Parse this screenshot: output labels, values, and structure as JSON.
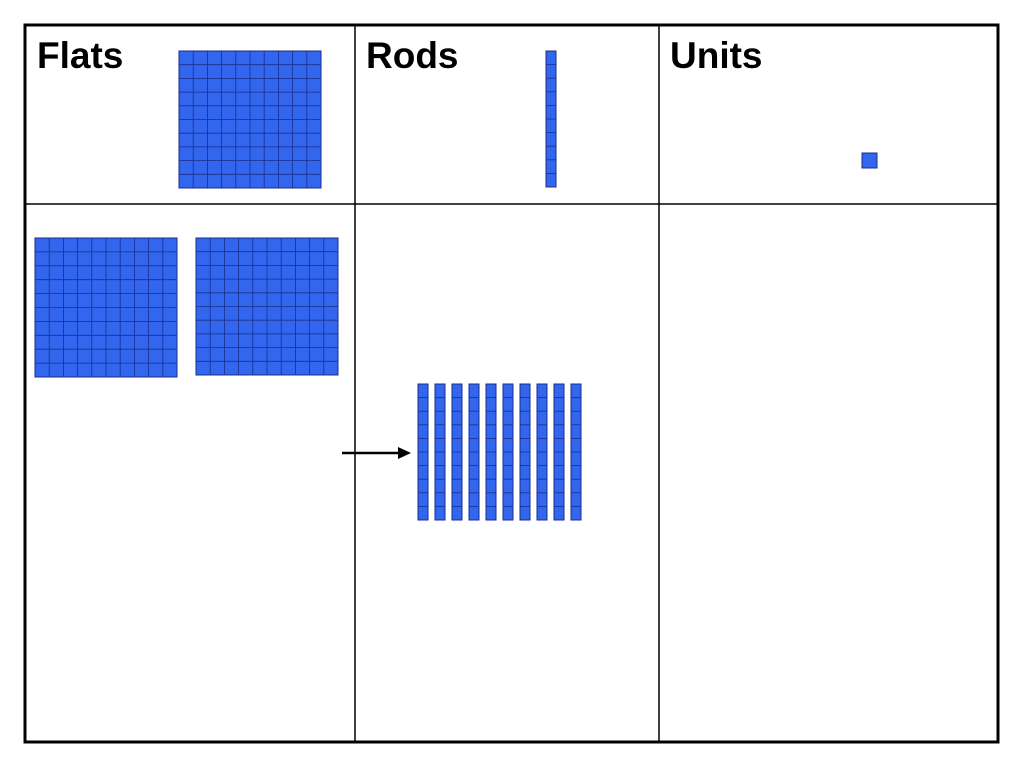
{
  "headers": {
    "flats": "Flats",
    "rods": "Rods",
    "units": "Units"
  },
  "colors": {
    "block_fill": "#3366ee",
    "grid_line": "#1a2f8c",
    "border": "#000000",
    "arrow": "#000000"
  },
  "counts": {
    "flats_in_first_row": 1,
    "rods_in_first_row": 1,
    "units_in_first_row": 1,
    "flats_in_second_row": 2,
    "rods_in_second_row": 10,
    "units_in_second_row": 0
  },
  "flat_grid_cells": 10,
  "rod_cells": 10
}
